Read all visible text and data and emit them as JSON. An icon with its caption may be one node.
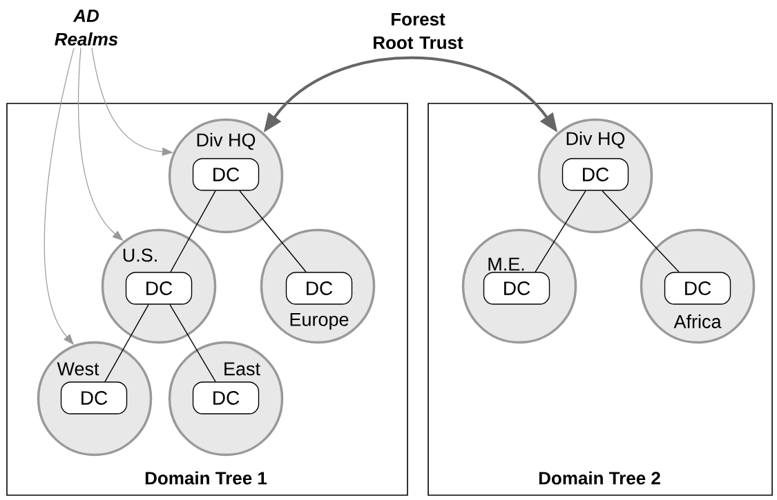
{
  "diagram": {
    "nodes": [
      {
        "text": [
          "AD Realms"
        ]
      },
      {
        "text": [
          "Domain Tree 1"
        ]
      },
      {
        "text": [
          "Div HQ"
        ],
        "in": 1
      },
      {
        "text": [
          "DC"
        ],
        "in": 2
      },
      {
        "text": [
          "U.S."
        ],
        "in": 1
      },
      {
        "text": [
          "DC"
        ],
        "in": 4
      },
      {
        "text": [
          "Europe"
        ],
        "in": 1
      },
      {
        "text": [
          "DC"
        ],
        "in": 6
      },
      {
        "text": [
          "West"
        ],
        "in": 1
      },
      {
        "text": [
          "DC"
        ],
        "in": 8
      },
      {
        "text": [
          "East"
        ],
        "in": 1
      },
      {
        "text": [
          "DC"
        ],
        "in": 10
      },
      {
        "text": [
          "Domain Tree 2"
        ]
      },
      {
        "text": [
          "Div HQ"
        ],
        "in": 12
      },
      {
        "text": [
          "DC"
        ],
        "in": 13
      },
      {
        "text": [
          "M.E."
        ],
        "in": 12
      },
      {
        "text": [
          "DC"
        ],
        "in": 15
      },
      {
        "text": [
          "Africa"
        ],
        "in": 12
      },
      {
        "text": [
          "DC"
        ],
        "in": 17
      }
    ],
    "edges": [
      {
        "from": 0,
        "to": 2,
        "arrow": "to",
        "color": "#999999"
      },
      {
        "from": 0,
        "to": 4,
        "arrow": "to",
        "color": "#999999"
      },
      {
        "from": 0,
        "to": 8,
        "arrow": "to",
        "color": "#999999"
      },
      {
        "from": 2,
        "to": 13,
        "arrow": "both",
        "label": "Forest Root Trust",
        "style": "thick",
        "color": "#666666"
      },
      {
        "from": 3,
        "to": 5,
        "arrow": "none"
      },
      {
        "from": 3,
        "to": 7,
        "arrow": "none"
      },
      {
        "from": 5,
        "to": 9,
        "arrow": "none"
      },
      {
        "from": 5,
        "to": 11,
        "arrow": "none"
      },
      {
        "from": 14,
        "to": 16,
        "arrow": "none"
      },
      {
        "from": 14,
        "to": 18,
        "arrow": "none"
      }
    ]
  }
}
